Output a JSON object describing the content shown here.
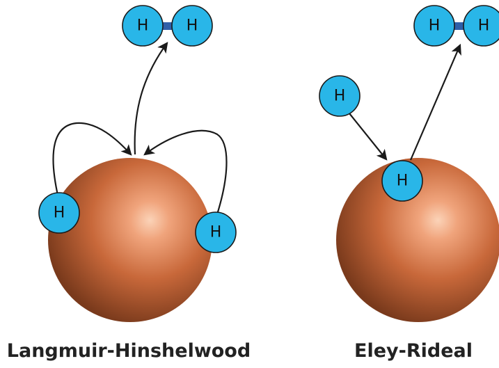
{
  "panels": [
    {
      "caption": "Langmuir-Hinshelwood"
    },
    {
      "caption": "Eley-Rideal"
    }
  ],
  "atom_label": "H",
  "colors": {
    "hydrogen_atom": "#29b6e8",
    "bond": "#2f5fa8",
    "catalyst_sphere": "#c8683a",
    "catalyst_highlight": "#f8c8a8",
    "arrow": "#1a1a1a"
  }
}
